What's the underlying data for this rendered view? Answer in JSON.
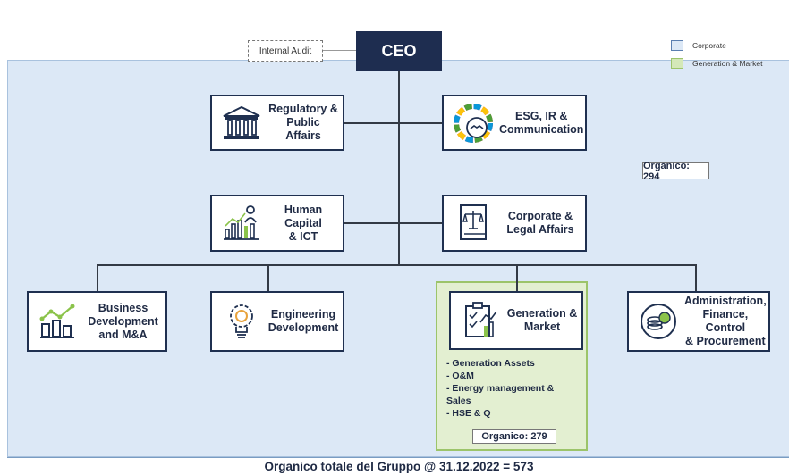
{
  "ceo": {
    "label": "CEO"
  },
  "internal_audit": {
    "label": "Internal Audit"
  },
  "legend": {
    "items": [
      {
        "label": "Corporate",
        "color": "#dce8f6",
        "border": "#5b7fb0"
      },
      {
        "label": "Generation & Market",
        "color": "#d4e8b8",
        "border": "#9cc46a"
      }
    ]
  },
  "units": {
    "regulatory": {
      "label": "Regulatory &\nPublic Affairs",
      "icon": "government-building-icon"
    },
    "esg": {
      "label": "ESG, IR &\nCommunication",
      "icon": "sdg-handshake-icon"
    },
    "human_capital": {
      "label": "Human Capital\n& ICT",
      "icon": "people-growth-chart-icon"
    },
    "legal": {
      "label": "Corporate &\nLegal Affairs",
      "icon": "law-scales-book-icon"
    },
    "business_dev": {
      "label": "Business\nDevelopment\nand M&A",
      "icon": "bar-chart-trend-icon"
    },
    "engineering": {
      "label": "Engineering\nDevelopment",
      "icon": "lightbulb-gear-icon"
    },
    "generation": {
      "label": "Generation &\nMarket",
      "icon": "clipboard-chart-icon"
    },
    "administration": {
      "label": "Administration,\nFinance, Control\n& Procurement",
      "icon": "coins-icon"
    }
  },
  "corporate_organico": "Organico: 294",
  "generation_details": {
    "items": [
      "Generation Assets",
      "O&M",
      "Energy management &\nSales",
      "HSE & Q"
    ],
    "organico": "Organico: 279"
  },
  "footer": "Organico totale del Gruppo @ 31.12.2022 = 573",
  "colors": {
    "navy": "#1e2d50",
    "corporate_bg": "#dce8f6",
    "generation_bg": "#e3efd1",
    "green_accent": "#8bc34a",
    "green_border": "#9cc46a"
  }
}
